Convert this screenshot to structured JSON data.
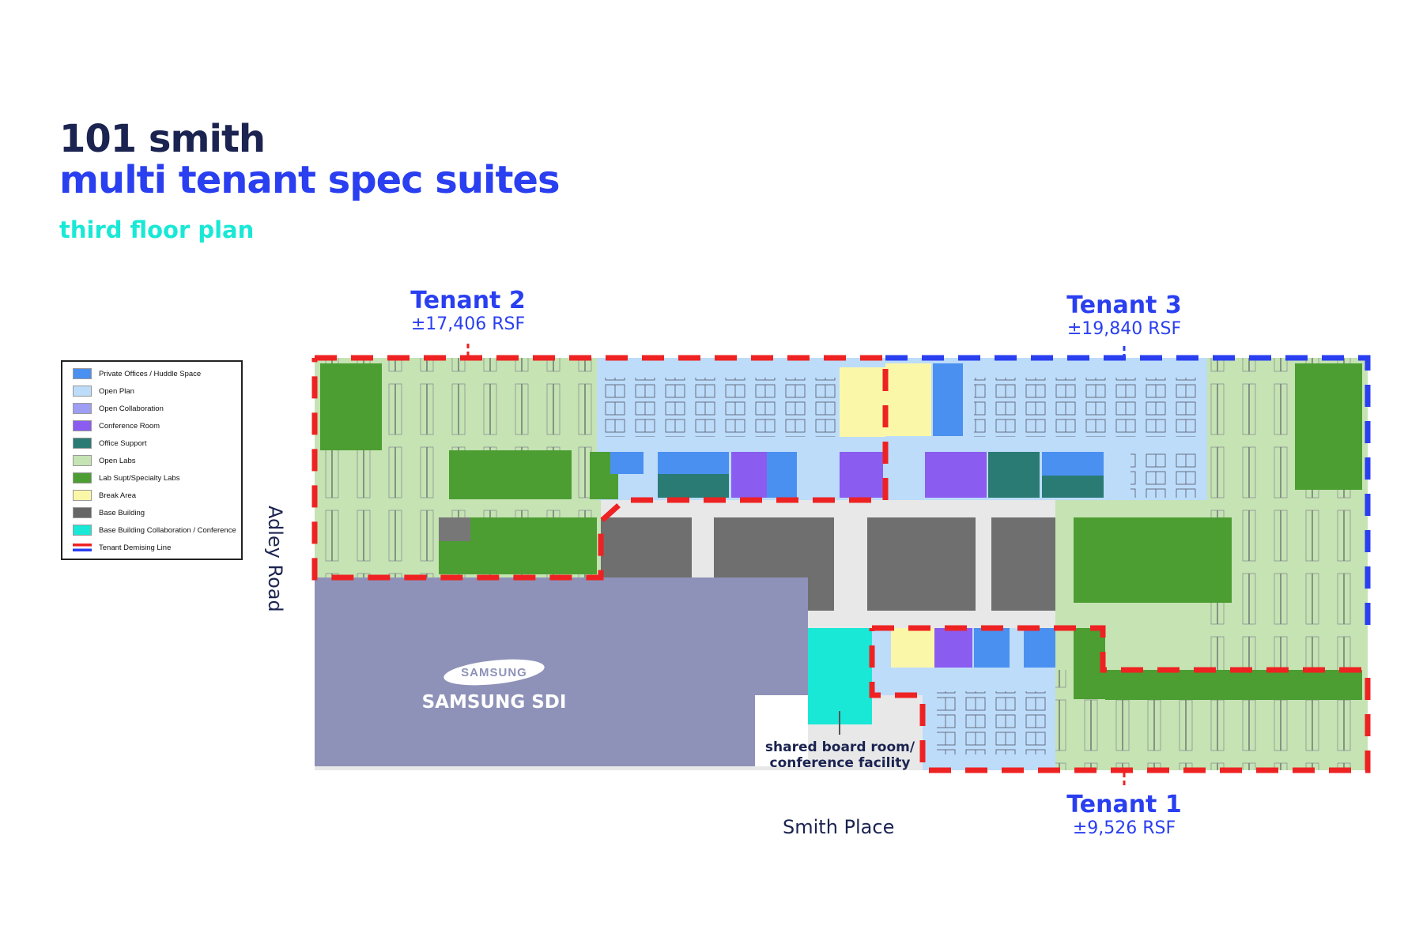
{
  "header": {
    "title_line1": "101 smith",
    "title_line2": "multi tenant spec suites",
    "subtitle": "third floor plan"
  },
  "legend": {
    "items": [
      {
        "label": "Private Offices / Huddle Space",
        "color": "#4a90f0"
      },
      {
        "label": "Open Plan",
        "color": "#bcdcfa"
      },
      {
        "label": "Open Collaboration",
        "color": "#9e9ef5"
      },
      {
        "label": "Conference Room",
        "color": "#8b5cf0"
      },
      {
        "label": "Office Support",
        "color": "#2a7b74"
      },
      {
        "label": "Open Labs",
        "color": "#c5e3b3"
      },
      {
        "label": "Lab Supt/Specialty Labs",
        "color": "#4c9e32"
      },
      {
        "label": "Break Area",
        "color": "#fbf7a8"
      },
      {
        "label": "Base Building",
        "color": "#666666"
      },
      {
        "label": "Base Building Collaboration / Conference",
        "color": "#19e8d6"
      },
      {
        "label": "Tenant Demising Line",
        "color": "#ee2222"
      }
    ]
  },
  "tenants": [
    {
      "name": "Tenant 2",
      "area": "±17,406 RSF",
      "line_color": "#ee2222"
    },
    {
      "name": "Tenant 3",
      "area": "±19,840 RSF",
      "line_color": "#2a3ff0"
    },
    {
      "name": "Tenant 1",
      "area": "±9,526 RSF",
      "line_color": "#ee2222"
    }
  ],
  "streets": {
    "west": "Adley Road",
    "south": "Smith Place"
  },
  "shared": {
    "line1": "shared board room/",
    "line2": "conference facility"
  },
  "neighbor": {
    "logo": "SAMSUNG",
    "name": "SAMSUNG SDI"
  }
}
